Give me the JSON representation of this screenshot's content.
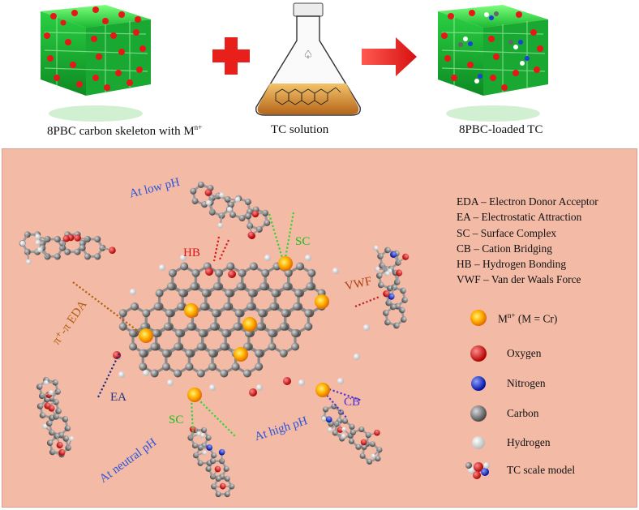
{
  "top_captions": {
    "left": "8PBC carbon skeleton with M",
    "left_sup": "n+",
    "middle": "TC solution",
    "right": "8PBC-loaded TC"
  },
  "abbreviations": [
    "EDA – Electron Donor Acceptor",
    "EA – Electrostatic Attraction",
    "SC – Surface Complex",
    "CB – Cation Bridging",
    "HB – Hydrogen Bonding",
    "VWF – Van der Waals Force"
  ],
  "legend": {
    "metal": {
      "prefix": "M",
      "sup": "n+",
      "suffix": " (M = Cr)"
    },
    "oxygen": "Oxygen",
    "nitrogen": "Nitrogen",
    "carbon": "Carbon",
    "hydrogen": "Hydrogen",
    "tc_model": "TC scale model"
  },
  "interaction_labels": {
    "low_ph": "At low pH",
    "neutral_ph": "At neutral pH",
    "high_ph": "At high pH",
    "hb": "HB",
    "sc_top": "SC",
    "sc_bottom": "SC",
    "vwf": "VWF",
    "pi_eda": "π⁺-π EDA",
    "ea": "EA",
    "cb": "CB"
  },
  "colors": {
    "panel": "#f3baa6",
    "oxygen": "#e01010",
    "nitrogen": "#1030e0",
    "carbon": "#6b6b6b",
    "hydrogen": "#f4f4f4",
    "metal": "#f5a800",
    "skeleton": "#2fd44a",
    "arrow": "#e8201c",
    "label_blue": "#2a55d8",
    "label_red": "#d81818",
    "label_green": "#18c018",
    "label_brown": "#b06010",
    "label_navy": "#203080",
    "label_purple": "#5030d0"
  }
}
